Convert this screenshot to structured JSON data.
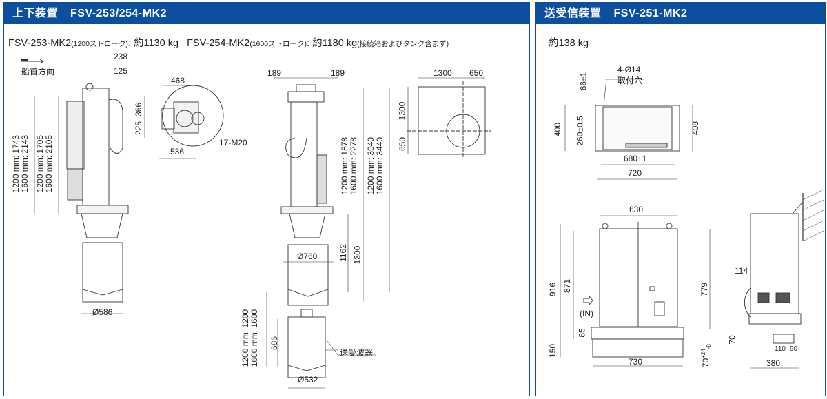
{
  "left": {
    "title_jp": "上下装置",
    "title_model": "FSV-253/254-MK2",
    "weights": {
      "m253": "FSV-253-MK2",
      "m253_stroke": "(1200ストローク)",
      "m253_weight": ": 約1130 kg",
      "m254": "FSV-254-MK2",
      "m254_stroke": "(1600ストローク)",
      "m254_weight": ": 約1180 kg",
      "note": "(接続箱およびタンク含まず)"
    },
    "bow_direction": "船首方向",
    "dims": {
      "d238": "238",
      "d125": "125",
      "d468": "468",
      "d366": "366",
      "d225": "225",
      "m20": "17-M20",
      "d536": "536",
      "side_a1": "1200 mm: 1743",
      "side_a2": "1600 mm: 2143",
      "side_b1": "1200 mm: 1705",
      "side_b2": "1600 mm: 2105",
      "d586": "Ø586",
      "d189a": "189",
      "d189b": "189",
      "p1300": "1300",
      "p650": "650",
      "p1300v": "1300",
      "p650v": "650",
      "front_a1": "1200 mm: 1878",
      "front_a2": "1600 mm: 2278",
      "front_b1": "1200 mm: 3040",
      "front_b2": "1600 mm: 3440",
      "d760": "Ø760",
      "d1162": "1162",
      "d1300": "1300",
      "tank_a1": "1200 mm: 1200",
      "tank_a2": "1600 mm: 1600",
      "d686": "686",
      "transducer": "送受波器",
      "d532": "Ø532"
    }
  },
  "right": {
    "title_jp": "送受信装置",
    "title_model": "FSV-251-MK2",
    "weight": "約138 kg",
    "dims": {
      "holes": "4-Ø14",
      "holes_label": "取付穴",
      "d66": "66±1",
      "d400": "400",
      "d260": "260±0.5",
      "d408": "408",
      "d680": "680±1",
      "d720": "720",
      "d630": "630",
      "d916": "916",
      "d871": "871",
      "d779": "779",
      "in": "(IN)",
      "d85": "85",
      "d150": "150",
      "d730": "730",
      "d70tol": "70",
      "tol_plus": "+24",
      "tol_minus": "-8",
      "d114": "114",
      "d70": "70",
      "d110": "110",
      "d90": "90",
      "d380": "380"
    }
  },
  "colors": {
    "header": "#0c4f9e",
    "line": "#333333"
  }
}
